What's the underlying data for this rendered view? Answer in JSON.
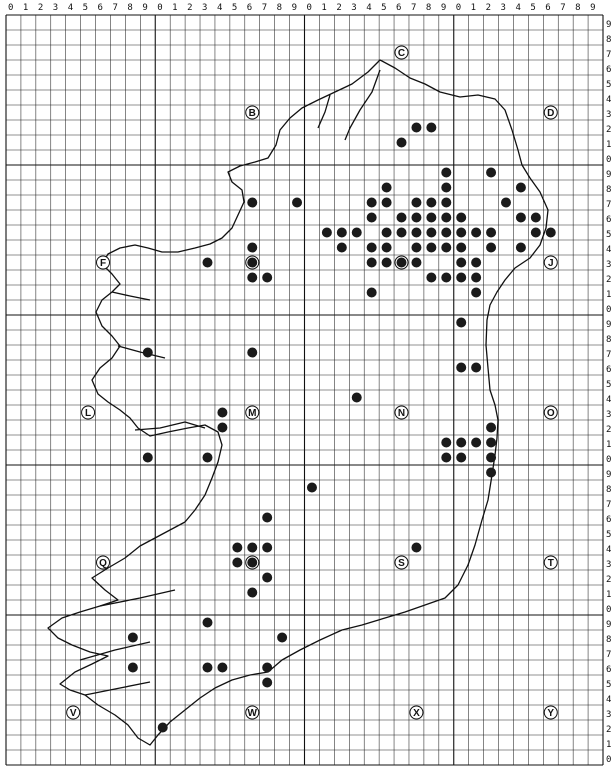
{
  "map": {
    "top_scale": [
      "0",
      "1",
      "2",
      "3",
      "4",
      "5",
      "6",
      "7",
      "8",
      "9",
      "0",
      "1",
      "2",
      "3",
      "4",
      "5",
      "6",
      "7",
      "8",
      "9",
      "0",
      "1",
      "2",
      "3",
      "4",
      "5",
      "6",
      "7",
      "8",
      "9",
      "0",
      "1",
      "2",
      "3",
      "4",
      "5",
      "6",
      "7",
      "8",
      "9"
    ],
    "right_scale": [
      "9",
      "8",
      "7",
      "6",
      "5",
      "4",
      "3",
      "2",
      "1",
      "0",
      "9",
      "8",
      "7",
      "6",
      "5",
      "4",
      "3",
      "2",
      "1",
      "0",
      "9",
      "8",
      "7",
      "6",
      "5",
      "4",
      "3",
      "2",
      "1",
      "0",
      "9",
      "8",
      "7",
      "6",
      "5",
      "4",
      "3",
      "2",
      "1",
      "0",
      "9",
      "8",
      "7",
      "6",
      "5",
      "4",
      "3",
      "2",
      "1",
      "0"
    ],
    "grid_squares": [
      {
        "letter": "C",
        "col": 26,
        "row": 2
      },
      {
        "letter": "B",
        "col": 16,
        "row": 6
      },
      {
        "letter": "D",
        "col": 36,
        "row": 6
      },
      {
        "letter": "F",
        "col": 6,
        "row": 16
      },
      {
        "letter": "G",
        "col": 16,
        "row": 16
      },
      {
        "letter": "H",
        "col": 26,
        "row": 16
      },
      {
        "letter": "J",
        "col": 36,
        "row": 16
      },
      {
        "letter": "L",
        "col": 5,
        "row": 26
      },
      {
        "letter": "M",
        "col": 16,
        "row": 26
      },
      {
        "letter": "N",
        "col": 26,
        "row": 26
      },
      {
        "letter": "O",
        "col": 36,
        "row": 26
      },
      {
        "letter": "Q",
        "col": 6,
        "row": 36
      },
      {
        "letter": "R",
        "col": 16,
        "row": 36
      },
      {
        "letter": "S",
        "col": 26,
        "row": 36
      },
      {
        "letter": "T",
        "col": 36,
        "row": 36
      },
      {
        "letter": "V",
        "col": 4,
        "row": 46
      },
      {
        "letter": "W",
        "col": 16,
        "row": 46
      },
      {
        "letter": "X",
        "col": 27,
        "row": 46
      },
      {
        "letter": "Y",
        "col": 36,
        "row": 46
      }
    ],
    "records": [
      [
        27,
        7
      ],
      [
        28,
        7
      ],
      [
        26,
        8
      ],
      [
        29,
        10
      ],
      [
        32,
        10
      ],
      [
        25,
        11
      ],
      [
        29,
        11
      ],
      [
        34,
        11
      ],
      [
        16,
        12
      ],
      [
        19,
        12
      ],
      [
        24,
        12
      ],
      [
        25,
        12
      ],
      [
        27,
        12
      ],
      [
        28,
        12
      ],
      [
        29,
        12
      ],
      [
        33,
        12
      ],
      [
        24,
        13
      ],
      [
        26,
        13
      ],
      [
        27,
        13
      ],
      [
        28,
        13
      ],
      [
        29,
        13
      ],
      [
        30,
        13
      ],
      [
        34,
        13
      ],
      [
        35,
        13
      ],
      [
        21,
        14
      ],
      [
        22,
        14
      ],
      [
        23,
        14
      ],
      [
        25,
        14
      ],
      [
        26,
        14
      ],
      [
        27,
        14
      ],
      [
        28,
        14
      ],
      [
        29,
        14
      ],
      [
        30,
        14
      ],
      [
        31,
        14
      ],
      [
        32,
        14
      ],
      [
        35,
        14
      ],
      [
        36,
        14
      ],
      [
        16,
        15
      ],
      [
        22,
        15
      ],
      [
        24,
        15
      ],
      [
        25,
        15
      ],
      [
        27,
        15
      ],
      [
        28,
        15
      ],
      [
        29,
        15
      ],
      [
        30,
        15
      ],
      [
        32,
        15
      ],
      [
        34,
        15
      ],
      [
        13,
        16
      ],
      [
        16,
        16
      ],
      [
        24,
        16
      ],
      [
        25,
        16
      ],
      [
        26,
        16
      ],
      [
        27,
        16
      ],
      [
        30,
        16
      ],
      [
        31,
        16
      ],
      [
        16,
        17
      ],
      [
        17,
        17
      ],
      [
        28,
        17
      ],
      [
        29,
        17
      ],
      [
        30,
        17
      ],
      [
        31,
        17
      ],
      [
        24,
        18
      ],
      [
        31,
        18
      ],
      [
        30,
        20
      ],
      [
        16,
        22
      ],
      [
        30,
        23
      ],
      [
        31,
        23
      ],
      [
        23,
        25
      ],
      [
        14,
        26
      ],
      [
        14,
        27
      ],
      [
        32,
        27
      ],
      [
        9,
        22
      ],
      [
        9,
        29
      ],
      [
        13,
        29
      ],
      [
        29,
        28
      ],
      [
        30,
        28
      ],
      [
        31,
        28
      ],
      [
        32,
        28
      ],
      [
        29,
        29
      ],
      [
        30,
        29
      ],
      [
        32,
        29
      ],
      [
        32,
        30
      ],
      [
        20,
        31
      ],
      [
        17,
        33
      ],
      [
        15,
        35
      ],
      [
        16,
        35
      ],
      [
        17,
        35
      ],
      [
        27,
        35
      ],
      [
        15,
        36
      ],
      [
        16,
        36
      ],
      [
        17,
        37
      ],
      [
        16,
        38
      ],
      [
        13,
        40
      ],
      [
        8,
        41
      ],
      [
        18,
        41
      ],
      [
        8,
        43
      ],
      [
        13,
        43
      ],
      [
        14,
        43
      ],
      [
        17,
        43
      ],
      [
        17,
        44
      ],
      [
        10,
        47
      ]
    ]
  }
}
